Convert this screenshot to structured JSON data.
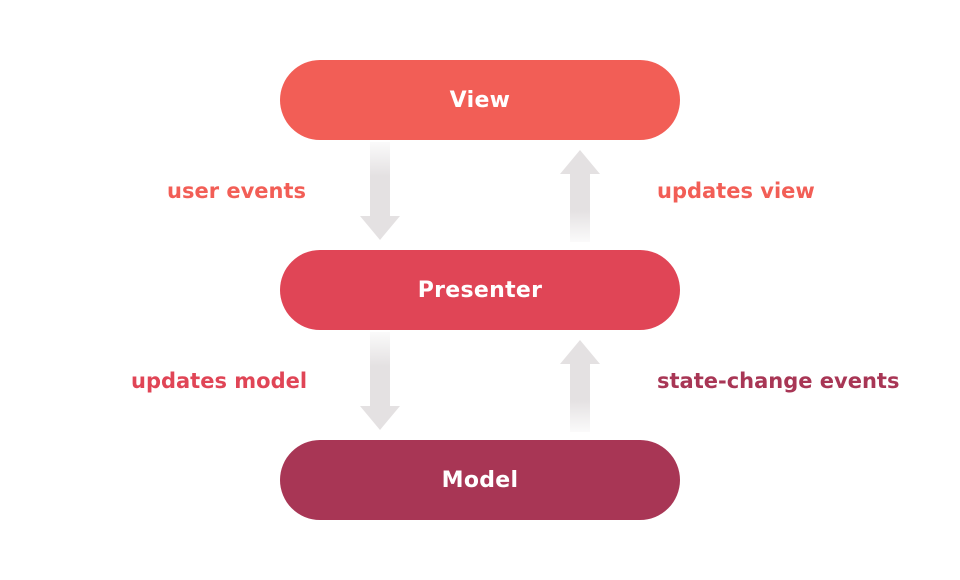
{
  "nodes": {
    "view": "View",
    "presenter": "Presenter",
    "model": "Model"
  },
  "edges": {
    "user_events": "user events",
    "updates_view": "updates view",
    "updates_model": "updates model",
    "state_change_events": "state-change events"
  },
  "colors": {
    "view": "#f25e56",
    "presenter": "#e04556",
    "model": "#a83655",
    "arrow": "#e4e1e2"
  }
}
